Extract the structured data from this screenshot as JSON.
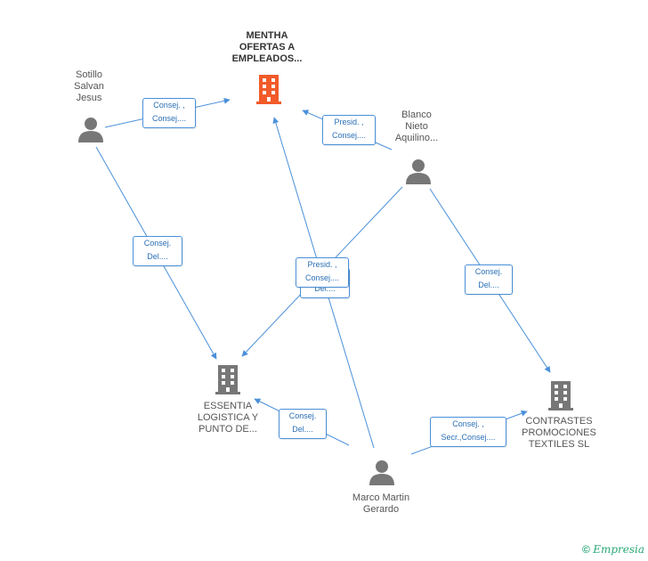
{
  "nodes": {
    "mentha": {
      "label": "MENTHA\nOFERTAS A\nEMPLEADOS...",
      "type": "company",
      "color": "#f25a29"
    },
    "essentia": {
      "label": "ESSENTIA\nLOGISTICA Y\nPUNTO DE...",
      "type": "company",
      "color": "#777777"
    },
    "contrastes": {
      "label": "CONTRASTES\nPROMOCIONES\nTEXTILES SL",
      "type": "company",
      "color": "#777777"
    },
    "sotillo": {
      "label": "Sotillo\nSalvan\nJesus",
      "type": "person",
      "color": "#777777"
    },
    "blanco": {
      "label": "Blanco\nNieto\nAquilino...",
      "type": "person",
      "color": "#777777"
    },
    "marco": {
      "label": "Marco Martin\nGerardo",
      "type": "person",
      "color": "#777777"
    }
  },
  "edges": {
    "sotillo_mentha": "Consej. ,\nConsej....",
    "blanco_mentha": "Presid. ,\nConsej....",
    "sotillo_essentia": "Consej.\nDel....",
    "blanco_essentia": "Consej.\nDel....",
    "marco_mentha": "Presid. ,\nConsej....",
    "blanco_contrastes": "Consej.\nDel....",
    "marco_essentia": "Consej.\nDel....",
    "marco_contrastes": "Consej. ,\nSecr.,Consej...."
  },
  "colors": {
    "edge": "#4a90d9",
    "accent": "#f25a29",
    "brand": "#2aa876"
  },
  "footer": {
    "copyright": "©",
    "brand": "Empresia"
  }
}
